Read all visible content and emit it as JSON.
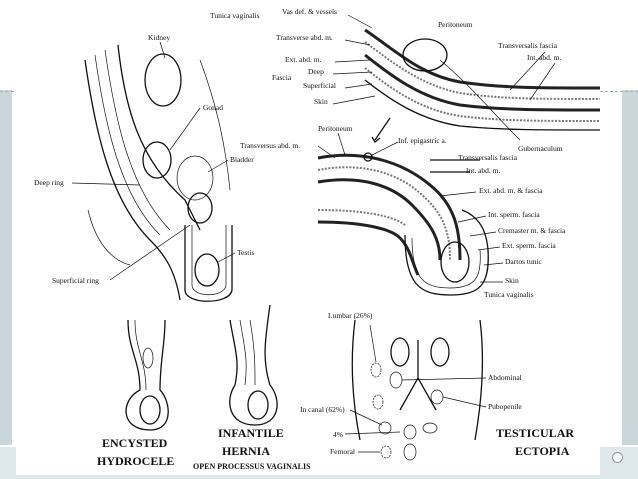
{
  "panel_top_labels": {
    "tunica_vaginalis": "Tunica vaginalis",
    "vas_def": "Vas def. & vessels",
    "peritoneum": "Peritoneum",
    "transverse_abd": "Transverse abd. m.",
    "ext_abd": "Ext. abd. m.",
    "fascia": "Fascia",
    "deep": "Deep",
    "superficial": "Superficial",
    "skin": "Skin",
    "transversalis_fascia": "Transversalis fascia",
    "int_abd": "Int. abd. m.",
    "gubernaculum": "Gubernaculum"
  },
  "panel_left_labels": {
    "kidney": "Kidney",
    "gonad": "Gonad",
    "bladder": "Bladder",
    "deep_ring": "Deep ring",
    "testis": "Testis",
    "superficial_ring": "Superficial ring"
  },
  "panel_mid_labels": {
    "transversus_abd": "Transversus abd. m.",
    "peritoneum": "Peritoneum",
    "inf_epigastric": "Inf. epigastric a.",
    "transversalis_fascia": "Transversalis fascia",
    "int_abd": "Int. abd. m.",
    "ext_abd_fascia": "Ext. abd. m. & fascia",
    "int_sperm_fascia": "Int. sperm. fascia",
    "cremaster": "Cremaster m. & fascia",
    "ext_sperm_fascia": "Ext. sperm. fascia",
    "dartos": "Dartos tunic",
    "skin": "Skin",
    "tunica_vaginalis": "Tunica vaginalis"
  },
  "panel_ectopia_labels": {
    "lumbar": "Lumbar (26%)",
    "abdominal": "Abdominal",
    "in_canal": "In canal (62%)",
    "pubopenile": "Pubopenile",
    "pct4": "4%",
    "femoral": "Femoral"
  },
  "captions": {
    "encysted_1": "ENCYSTED",
    "encysted_2": "HYDROCELE",
    "infantile_1": "INFANTILE",
    "infantile_2": "HERNIA",
    "open_pv": "OPEN PROCESSUS VAGINALIS",
    "testicular": "TESTICULAR",
    "ectopia": "ECTOPIA"
  }
}
